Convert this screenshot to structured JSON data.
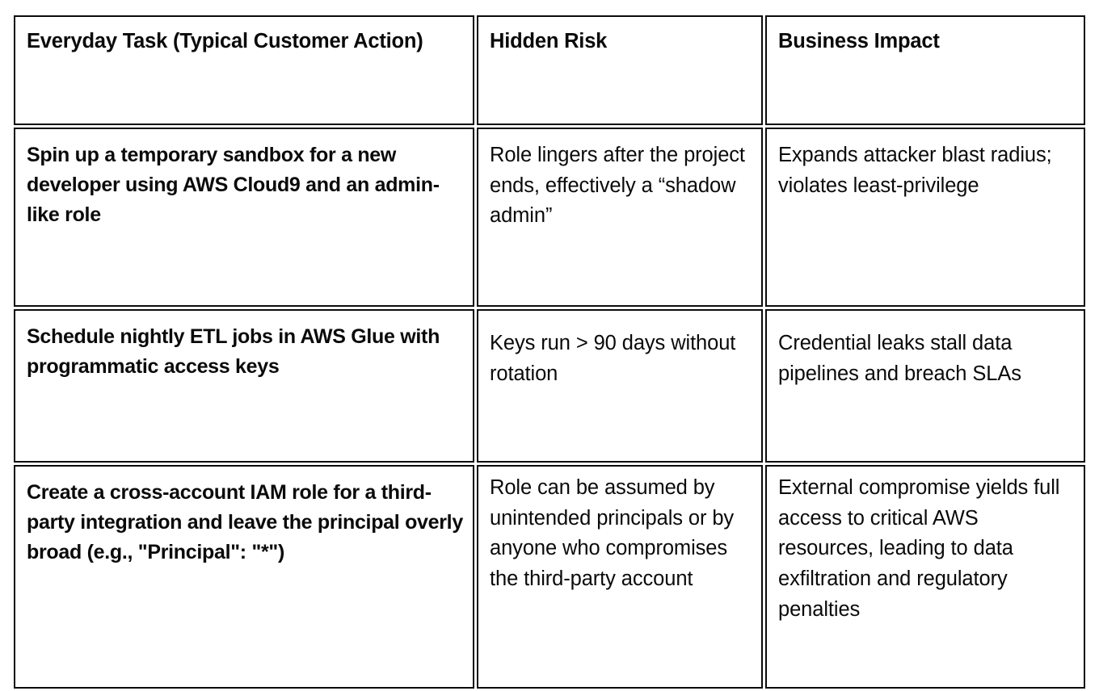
{
  "table": {
    "name": "everyday-task-hidden-risk-business-impact",
    "columns": [
      {
        "key": "task",
        "label": "Everyday Task (Typical Customer Action)"
      },
      {
        "key": "risk",
        "label": "Hidden Risk"
      },
      {
        "key": "impact",
        "label": "Business Impact"
      }
    ],
    "rows": [
      {
        "task": "Spin up a temporary sandbox for a new developer using AWS Cloud9 and an admin-like role",
        "risk": "Role lingers after the project ends, effectively a “shadow admin”",
        "impact": "Expands attacker blast radius; violates least-privilege"
      },
      {
        "task": "Schedule nightly ETL jobs in AWS Glue with programmatic access keys",
        "risk": "Keys run > 90 days without rotation",
        "impact": "Credential leaks stall data pipelines and breach SLAs"
      },
      {
        "task": "Create a cross-account IAM role for a third-party integration and leave the principal overly broad (e.g., \"Principal\": \"*\")",
        "risk": "Role can be assumed by unintended principals or by anyone who compromises the third-party account",
        "impact": "External compromise yields full access to critical AWS resources, leading to data exfiltration and regulatory penalties"
      }
    ]
  },
  "colors": {
    "background": "#ffffff",
    "border": "#0b0b0b",
    "text": "#0a0a0a"
  }
}
